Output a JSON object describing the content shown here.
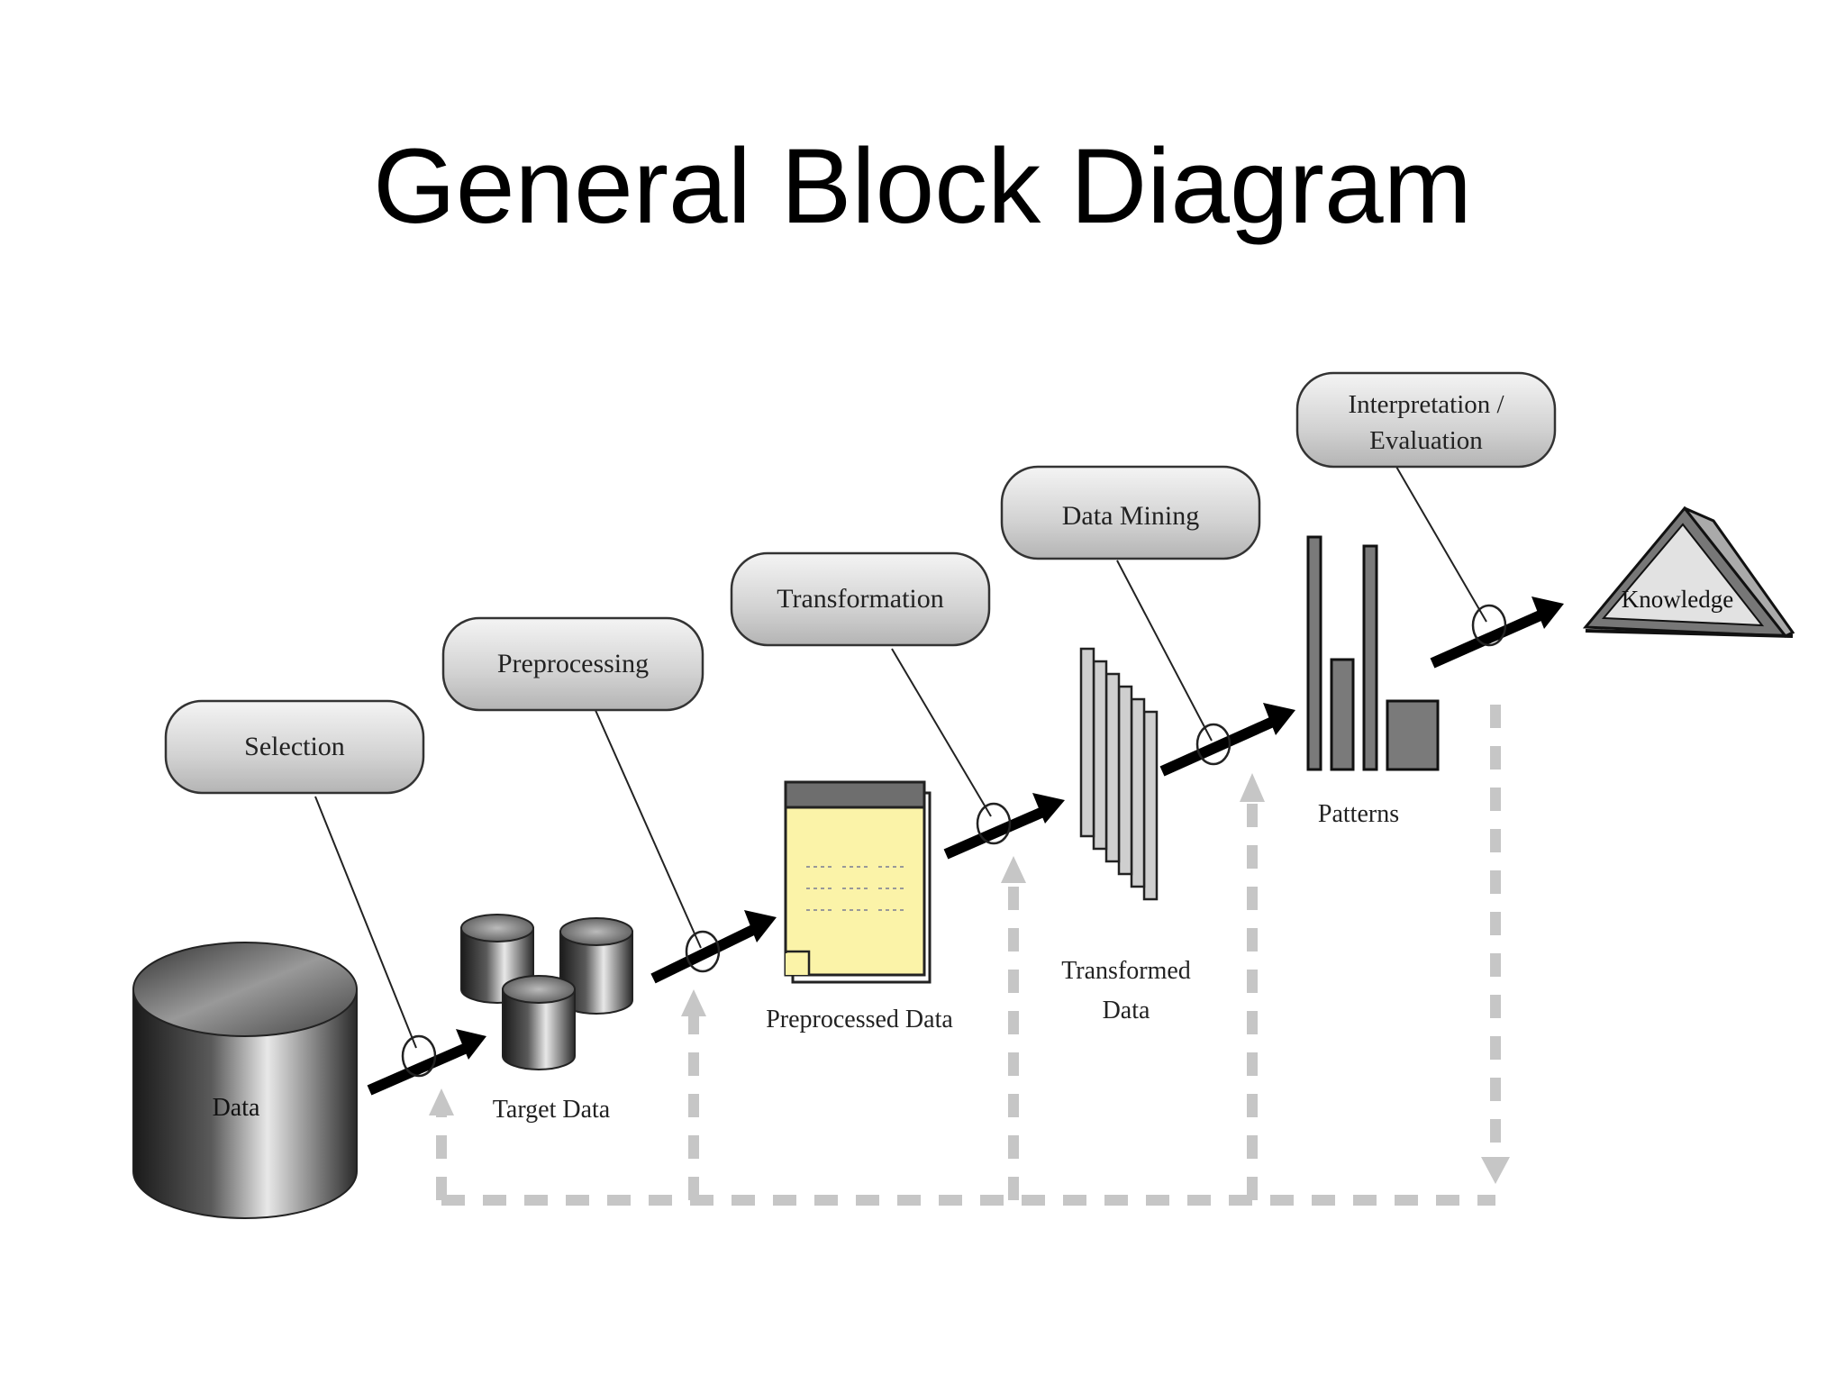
{
  "slide": {
    "title": "General Block Diagram"
  },
  "steps": [
    {
      "id": "selection",
      "label": "Selection"
    },
    {
      "id": "preprocessing",
      "label": "Preprocessing"
    },
    {
      "id": "transformation",
      "label": "Transformation"
    },
    {
      "id": "data-mining",
      "label": "Data Mining"
    },
    {
      "id": "interpretation",
      "label_line1": "Interpretation /",
      "label_line2": "Evaluation"
    }
  ],
  "artifacts": {
    "data": "Data",
    "target_data": "Target Data",
    "preprocessed_data": "Preprocessed Data",
    "transformed_data_line1": "Transformed",
    "transformed_data_line2": "Data",
    "patterns": "Patterns",
    "knowledge": "Knowledge"
  },
  "colors": {
    "label_fill": "#d4d4d4",
    "note_fill": "#fbf3a8",
    "feedback_dash": "#c6c6c6",
    "arrow": "#000000"
  },
  "icons": {
    "data": "cylinder-database-icon",
    "target_data": "three-cylinders-icon",
    "preprocessed_data": "document-note-icon",
    "transformed_data": "stacked-pages-icon",
    "patterns": "bar-patterns-icon",
    "knowledge": "pyramid-icon"
  }
}
